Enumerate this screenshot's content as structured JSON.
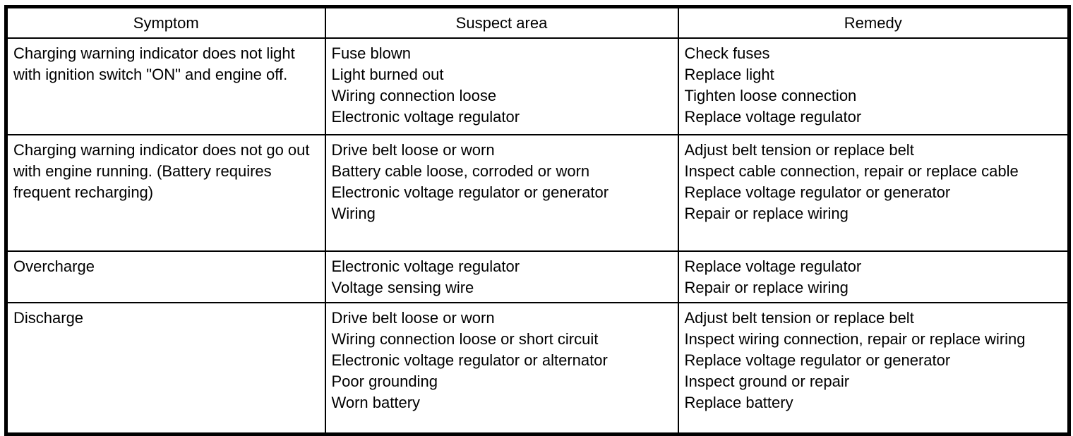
{
  "colors": {
    "border": "#000000",
    "background": "#ffffff",
    "text": "#000000"
  },
  "table": {
    "headers": [
      "Symptom",
      "Suspect area",
      "Remedy"
    ],
    "rows": [
      {
        "symptom": "Charging warning indicator does not light with ignition switch \"ON\" and engine off.",
        "suspect_areas": [
          "Fuse blown",
          "Light burned out",
          "Wiring connection loose",
          "Electronic voltage regulator"
        ],
        "remedies": [
          "Check fuses",
          "Replace light",
          "Tighten loose connection",
          "Replace voltage regulator"
        ]
      },
      {
        "symptom": "Charging warning indicator does not go out with engine running. (Battery requires frequent recharging)",
        "suspect_areas": [
          "Drive belt loose or worn",
          "Battery cable loose, corroded or worn",
          "Electronic voltage regulator or generator",
          "Wiring"
        ],
        "remedies": [
          "Adjust belt tension or replace belt",
          "Inspect cable connection, repair or replace cable",
          "Replace voltage regulator or generator",
          "Repair or replace wiring"
        ]
      },
      {
        "symptom": "Overcharge",
        "suspect_areas": [
          "Electronic voltage regulator",
          "Voltage sensing wire"
        ],
        "remedies": [
          "Replace voltage regulator",
          "Repair or replace wiring"
        ]
      },
      {
        "symptom": "Discharge",
        "suspect_areas": [
          "Drive belt loose or worn",
          "Wiring connection loose or short circuit",
          "Electronic voltage regulator or alternator",
          "Poor grounding",
          "Worn battery"
        ],
        "remedies": [
          "Adjust belt tension or replace belt",
          "Inspect wiring connection, repair or replace wiring",
          "Replace voltage regulator or generator",
          "Inspect ground or repair",
          "Replace battery"
        ]
      }
    ]
  }
}
